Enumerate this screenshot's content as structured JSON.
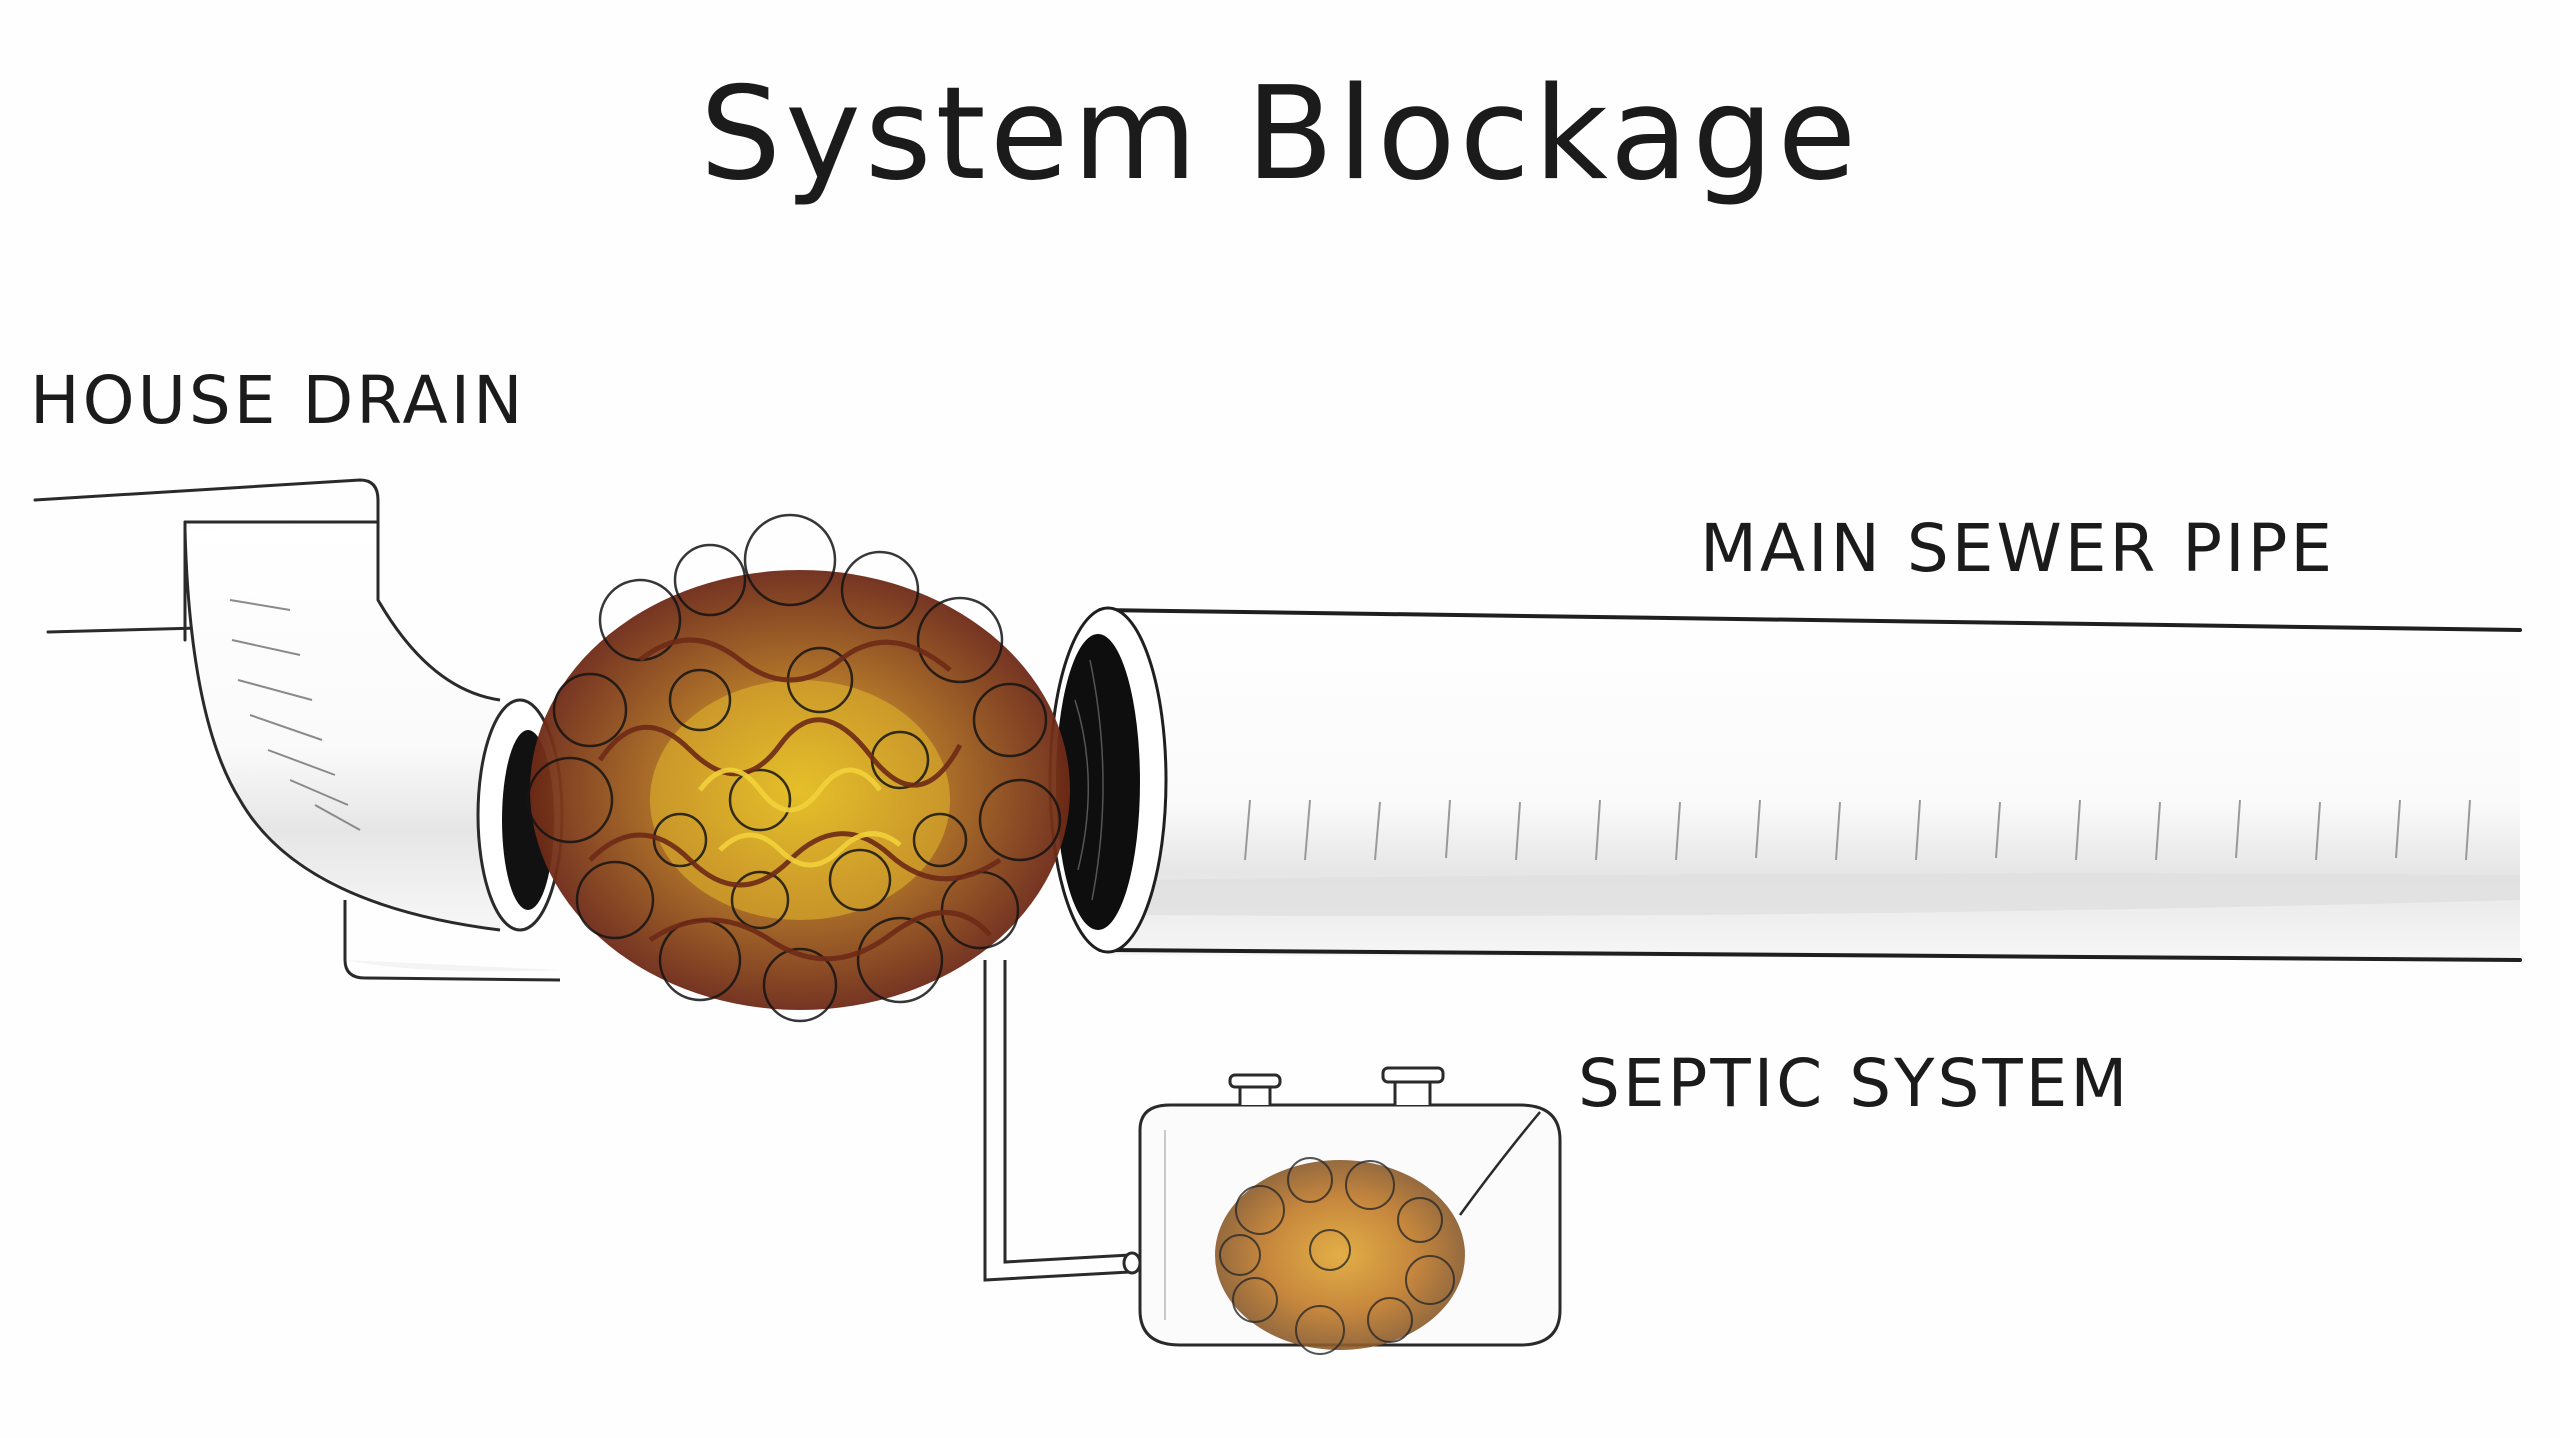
{
  "title": "System Blockage",
  "labels": {
    "house_drain": "HOUSE DRAIN",
    "main_sewer_pipe": "MAIN SEWER PIPE",
    "septic_system": "SEPTIC SYSTEM"
  },
  "colors": {
    "ink": "#1b1b1b",
    "pipe_shadow": "#e2e2e2",
    "clog_brown": "#6e2a17",
    "clog_yellow": "#e8c31e",
    "clog_orange": "#d49a2a"
  }
}
